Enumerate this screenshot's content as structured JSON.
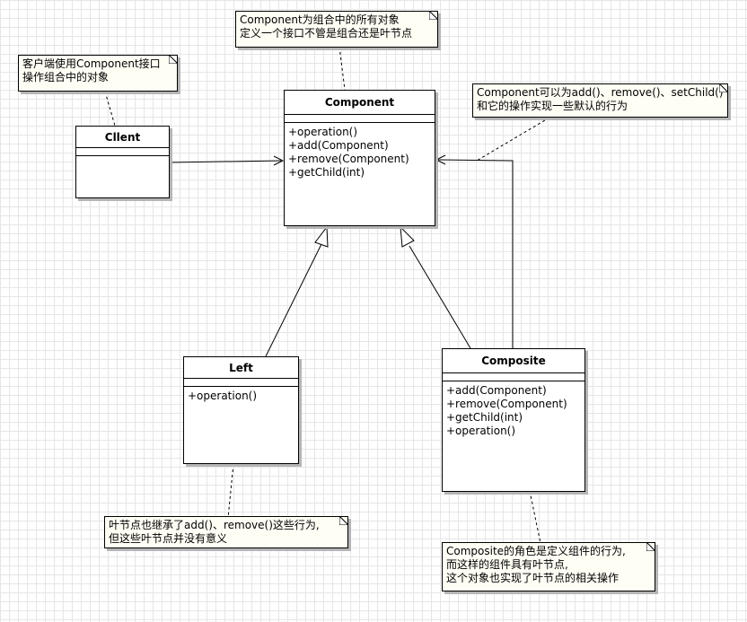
{
  "classes": {
    "client": {
      "name": "Cllent",
      "operations": []
    },
    "component": {
      "name": "Component",
      "operations": [
        "+operation()",
        "+add(Component)",
        "+remove(Component)",
        "+getChild(int)"
      ]
    },
    "left": {
      "name": "Left",
      "operations": [
        "+operation()"
      ]
    },
    "composite": {
      "name": "Composite",
      "operations": [
        "+add(Component)",
        "+remove(Component)",
        "+getChild(int)",
        "+operation()"
      ]
    }
  },
  "notes": {
    "component_note": [
      "Component为组合中的所有对象",
      "定义一个接口不管是组合还是叶节点"
    ],
    "client_note": [
      "客户端使用Component接口",
      "操作组合中的对象"
    ],
    "default_note": [
      "Component可以为add()、remove()、setChild()",
      "和它的操作实现一些默认的行为"
    ],
    "leaf_note": [
      "叶节点也继承了add()、remove()这些行为,",
      "但这些叶节点并没有意义"
    ],
    "composite_note": [
      "Composite的角色是定义组件的行为,",
      "而这样的组件具有叶节点,",
      "这个对象也实现了叶节点的相关操作"
    ]
  }
}
